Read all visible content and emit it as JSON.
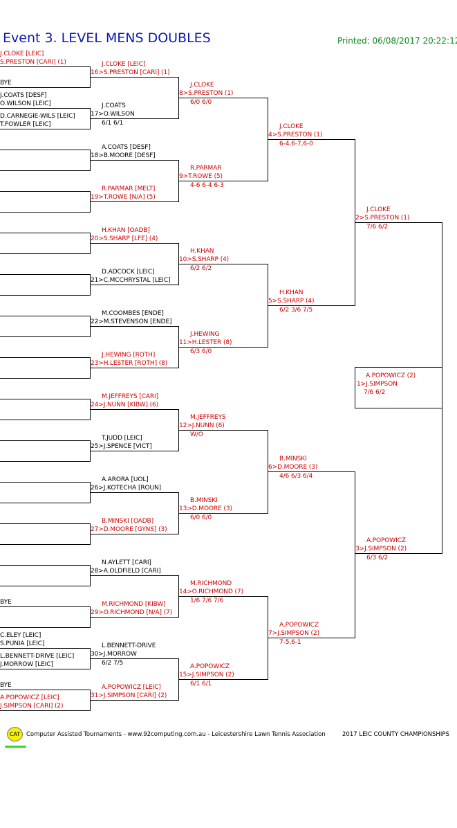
{
  "header": {
    "title": "Event 3. LEVEL MENS DOUBLES",
    "printed": "Printed: 06/08/2017 20:22:12"
  },
  "first_round": [
    {
      "lines": [
        "J.CLOKE [LEIC]",
        "S.PRESTON [CARI] (1)"
      ]
    },
    {
      "lines": [
        "BYE"
      ]
    },
    {
      "lines": [
        "J.COATS [DESF]",
        "O.WILSON [LEIC]"
      ]
    },
    {
      "lines": [
        "D.CARNEGIE-WILS [LEIC]",
        "T.FOWLER [LEIC]"
      ]
    },
    {
      "lines": []
    },
    {
      "lines": []
    },
    {
      "lines": []
    },
    {
      "lines": []
    },
    {
      "lines": []
    },
    {
      "lines": []
    },
    {
      "lines": []
    },
    {
      "lines": []
    },
    {
      "lines": []
    },
    {
      "lines": []
    },
    {
      "lines": []
    },
    {
      "lines": []
    },
    {
      "lines": []
    },
    {
      "lines": []
    },
    {
      "lines": []
    },
    {
      "lines": []
    },
    {
      "lines": []
    },
    {
      "lines": []
    },
    {
      "lines": []
    },
    {
      "lines": []
    },
    {
      "lines": []
    },
    {
      "lines": []
    },
    {
      "lines": [
        "BYE"
      ]
    },
    {
      "lines": []
    },
    {
      "lines": [
        "C.ELEY [LEIC]",
        "S.PUNIA [LEIC]"
      ]
    },
    {
      "lines": [
        "L.BENNETT-DRIVE [LEIC]",
        "J.MORROW [LEIC]"
      ]
    },
    {
      "lines": [
        "BYE"
      ]
    },
    {
      "lines": [
        "A.POPOWICZ [LEIC]",
        "J.SIMPSON [CARI] (2)"
      ]
    }
  ],
  "round2": [
    {
      "top": "J.CLOKE [LEIC]",
      "bottom": "16>S.PRESTON [CARI] (1)",
      "score": "",
      "seeded": true
    },
    {
      "top": "J.COATS",
      "bottom": "17>O.WILSON",
      "score": "6/1 6/1",
      "seeded": false
    },
    {
      "top": "A.COATS [DESF]",
      "bottom": "18>B.MOORE [DESF]",
      "score": "",
      "seeded": false
    },
    {
      "top": "R.PARMAR [MELT]",
      "bottom": "19>T.ROWE [N/A] (5)",
      "score": "",
      "seeded": true
    },
    {
      "top": "H.KHAN [OADB]",
      "bottom": "20>S.SHARP [LFE] (4)",
      "score": "",
      "seeded": true
    },
    {
      "top": "D.ADCOCK [LEIC]",
      "bottom": "21>C.MCCHRYSTAL [LEIC]",
      "score": "",
      "seeded": false
    },
    {
      "top": "M.COOMBES [ENDE]",
      "bottom": "22>M.STEVENSON [ENDE]",
      "score": "",
      "seeded": false
    },
    {
      "top": "J.HEWING [ROTH]",
      "bottom": "23>H.LESTER [ROTH] (8)",
      "score": "",
      "seeded": true
    },
    {
      "top": "M.JEFFREYS [CARI]",
      "bottom": "24>J.NUNN [KIBW] (6)",
      "score": "",
      "seeded": true
    },
    {
      "top": "T.JUDD [LEIC]",
      "bottom": "25>J.SPENCE [VICT]",
      "score": "",
      "seeded": false
    },
    {
      "top": "A.ARORA [UOL]",
      "bottom": "26>J.KOTECHA [ROUN]",
      "score": "",
      "seeded": false
    },
    {
      "top": "B.MINSKI [OADB]",
      "bottom": "27>D.MOORE [GYNS] (3)",
      "score": "",
      "seeded": true
    },
    {
      "top": "N.AYLETT [CARI]",
      "bottom": "28>A.OLDFIELD [CARI]",
      "score": "",
      "seeded": false
    },
    {
      "top": "M.RICHMOND [KIBW]",
      "bottom": "29>O.RICHMOND [N/A] (7)",
      "score": "",
      "seeded": true
    },
    {
      "top": "L.BENNETT-DRIVE",
      "bottom": "30>J.MORROW",
      "score": "6/2 7/5",
      "seeded": false
    },
    {
      "top": "A.POPOWICZ [LEIC]",
      "bottom": "31>J.SIMPSON [CARI] (2)",
      "score": "",
      "seeded": true
    }
  ],
  "round3": [
    {
      "top": "J.CLOKE",
      "bottom": "8>S.PRESTON (1)",
      "score": "6/0 6/0",
      "seeded": true
    },
    {
      "top": "R.PARMAR",
      "bottom": "9>T.ROWE (5)",
      "score": "4-6 6-4 6-3",
      "seeded": true
    },
    {
      "top": "H.KHAN",
      "bottom": "10>S.SHARP (4)",
      "score": "6/2 6/2",
      "seeded": true
    },
    {
      "top": "J.HEWING",
      "bottom": "11>H.LESTER (8)",
      "score": "6/3 6/0",
      "seeded": true
    },
    {
      "top": "M.JEFFREYS",
      "bottom": "12>J.NUNN (6)",
      "score": "W/O",
      "seeded": true
    },
    {
      "top": "B.MINSKI",
      "bottom": "13>D.MOORE (3)",
      "score": "6/0 6/0",
      "seeded": true
    },
    {
      "top": "M.RICHMOND",
      "bottom": "14>O.RICHMOND (7)",
      "score": "1/6 7/6 7/6",
      "seeded": true
    },
    {
      "top": "A.POPOWICZ",
      "bottom": "15>J.SIMPSON (2)",
      "score": "6/1 6/1",
      "seeded": true
    }
  ],
  "round4": [
    {
      "top": "J.CLOKE",
      "bottom": "4>S.PRESTON (1)",
      "score": "6-4,6-7,6-0",
      "seeded": true
    },
    {
      "top": "H.KHAN",
      "bottom": "5>S.SHARP (4)",
      "score": "6/2 3/6 7/5",
      "seeded": true
    },
    {
      "top": "B.MINSKI",
      "bottom": "6>D.MOORE (3)",
      "score": "4/6 6/3 6/4",
      "seeded": true
    },
    {
      "top": "A.POPOWICZ",
      "bottom": "7>J.SIMPSON (2)",
      "score": "7-5,6-1",
      "seeded": true
    }
  ],
  "round5": [
    {
      "top": "J.CLOKE",
      "bottom": "2>S.PRESTON (1)",
      "score": "7/6 6/2",
      "seeded": true
    },
    {
      "top": "A.POPOWICZ",
      "bottom": "3>J.SIMPSON (2)",
      "score": "6/3 6/2",
      "seeded": true
    }
  ],
  "final": {
    "top": "A.POPOWICZ (2)",
    "bottom": "1>J.SIMPSON",
    "score": "7/6 6/2",
    "seeded": true
  },
  "footer": {
    "logo_text": "CAT",
    "credit": "Computer Assisted Tournaments - www.92computing.com.au -  Leicestershire Lawn Tennis Association",
    "championship": "2017 LEIC COUNTY CHAMPIONSHIPS"
  },
  "colors": {
    "title": "#0a1ab4",
    "printed": "#0a8a1a",
    "seeded_text": "#cc0000",
    "lines": "#000000",
    "logo": "#f4f000",
    "logo_underline": "#2ad92a"
  }
}
